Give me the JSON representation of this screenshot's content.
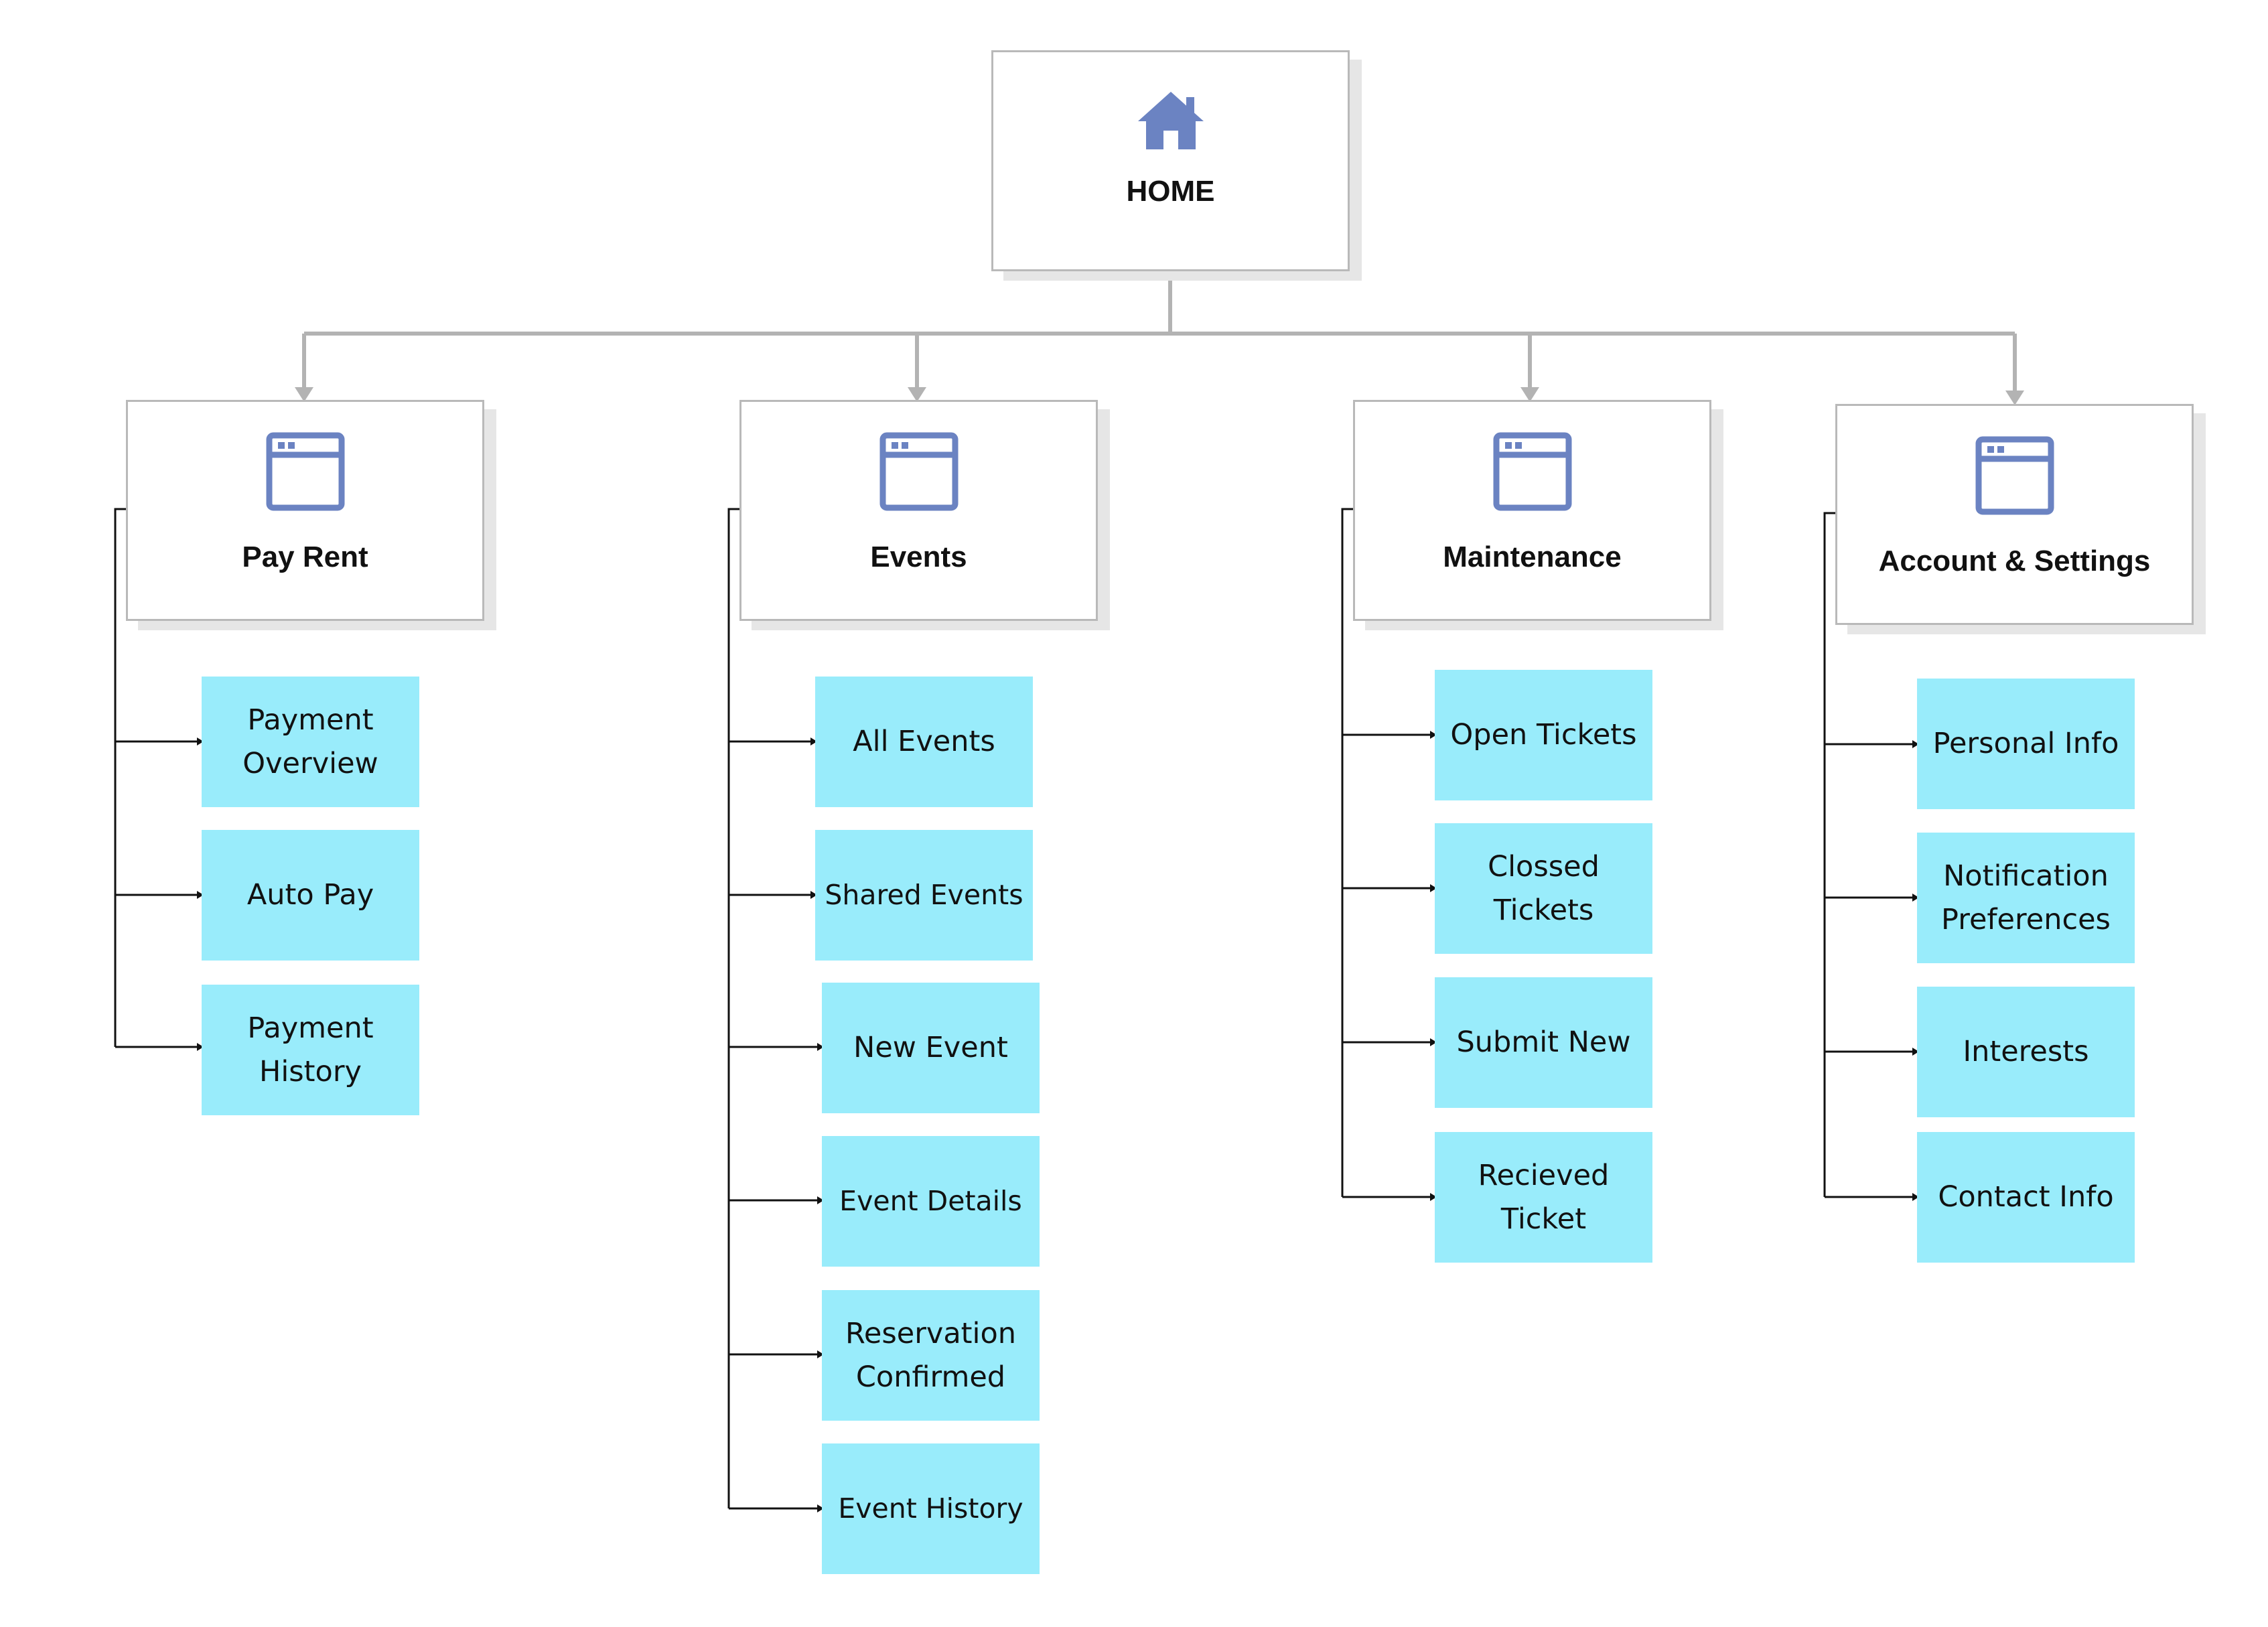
{
  "home": {
    "label": "HOME",
    "icon": "home-icon"
  },
  "sections": [
    {
      "label": "Pay Rent",
      "icon": "browser-window-icon",
      "children": [
        "Payment Overview",
        "Auto Pay",
        "Payment History"
      ]
    },
    {
      "label": "Events",
      "icon": "browser-window-icon",
      "children": [
        "All Events",
        "Shared Events",
        "New Event",
        "Event Details",
        "Reservation Confirmed",
        "Event History"
      ]
    },
    {
      "label": "Maintenance",
      "icon": "browser-window-icon",
      "children": [
        "Open Tickets",
        "Clossed Tickets",
        "Submit New",
        "Recieved Ticket"
      ]
    },
    {
      "label": "Account & Settings",
      "icon": "browser-window-icon",
      "children": [
        "Personal Info",
        "Notification Preferences",
        "Interests",
        "Contact Info"
      ]
    }
  ],
  "colors": {
    "icon": "#6b83c2",
    "leaf_fill": "#99ecfb",
    "box_border": "#b9b9b9",
    "connector_gray": "#b3b3b3",
    "connector_dark": "#111111"
  }
}
